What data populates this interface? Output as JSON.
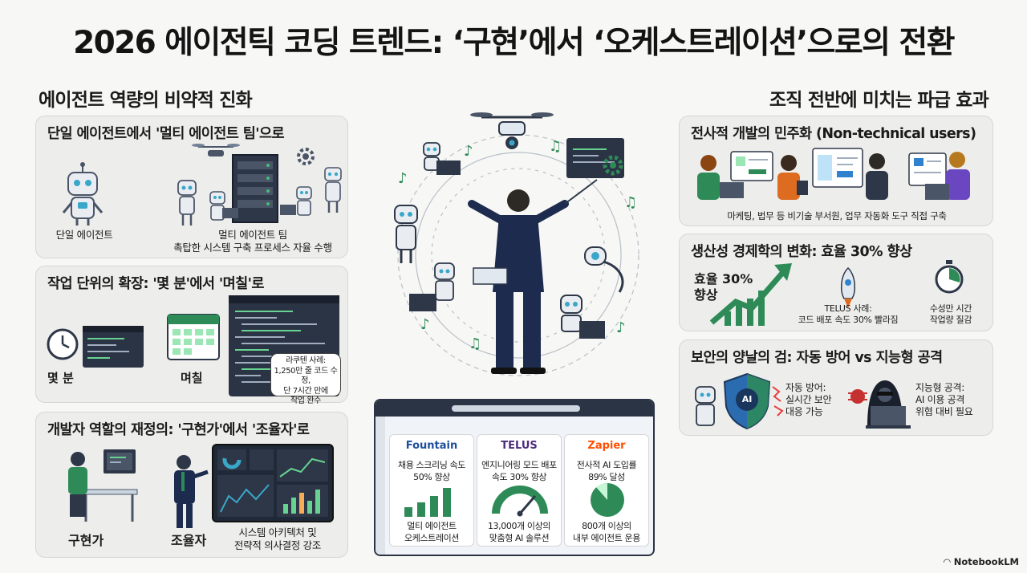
{
  "title": "2026 에이전틱 코딩 트렌드: ‘구현’에서 ‘오케스트레이션’으로의 전환",
  "left": {
    "heading": "에이전트 역량의 비약적 진화",
    "panel1": {
      "title": "단일 에이전트에서 '멀티 에이전트 팀'으로",
      "single": "단일 에이전트",
      "multi_line1": "멀티 에이전트 팀",
      "multi_line2": "촉탑한 시스템 구축 프로세스 자율 수행"
    },
    "panel2": {
      "title": "작업 단위의 확장: '몇 분'에서 '며칠'로",
      "minutes": "몇 분",
      "days": "며칠",
      "bubble": [
        "라쿠텐 사례:",
        "1,250만 줄 코드 수정,",
        "단 7시간 만에",
        "작업 완수"
      ]
    },
    "panel3": {
      "title": "개발자 역할의 재정의: '구현가'에서 '조율자'로",
      "implementer": "구현가",
      "orchestrator": "조율자",
      "note_line1": "시스템 아키텍처 및",
      "note_line2": "전략적 의사결정 강조"
    }
  },
  "center": {
    "cards": [
      {
        "logo": "Fountain",
        "stat1": "채용 스크리닝 속도",
        "stat2": "50% 향상",
        "note1": "멀티 에이전트",
        "note2": "오케스트레이션",
        "color": "#1f4e9e"
      },
      {
        "logo": "TELUS",
        "stat1": "엔지니어링 모드 배포",
        "stat2": "속도 30% 향상",
        "note1": "13,000개 이상의",
        "note2": "맞춤형 AI 솔루션",
        "color": "#4b2a7b"
      },
      {
        "logo": "Zapier",
        "stat1": "전사적 AI 도입률",
        "stat2": "89% 달성",
        "note1": "800개 이상의",
        "note2": "내부 에이전트 운용",
        "color": "#ff4f00"
      }
    ]
  },
  "right": {
    "heading": "조직 전반에 미치는 파급 효과",
    "panel1": {
      "title": "전사적 개발의 민주화 (Non-technical users)",
      "caption": "마케팅, 법무 등 비기술 부서원, 업무 자동화 도구 직접 구축"
    },
    "panel2": {
      "title": "생산성 경제학의 변화: 효율 30% 향상",
      "eff_line1": "효율 30%",
      "eff_line2": "향상",
      "telus_line1": "TELUS 사례:",
      "telus_line2": "코드 배포 속도 30% 빨라짐",
      "time_line1": "수성만 시간",
      "time_line2": "작업량 질감"
    },
    "panel3": {
      "title": "보안의 양날의 검: 자동 방어 vs 지능형 공격",
      "shield_text": "AI",
      "def_line1": "자동 방어:",
      "def_line2": "실시간 보안",
      "def_line3": "대응 가능",
      "atk_line1": "지능형 공격:",
      "atk_line2": "AI 이용 공격",
      "atk_line3": "위협 대비 필요"
    }
  },
  "brand": "NotebookLM",
  "colors": {
    "accent_green": "#2e8b57",
    "navy": "#1d2b4f",
    "panel_bg": "#ededeb"
  }
}
